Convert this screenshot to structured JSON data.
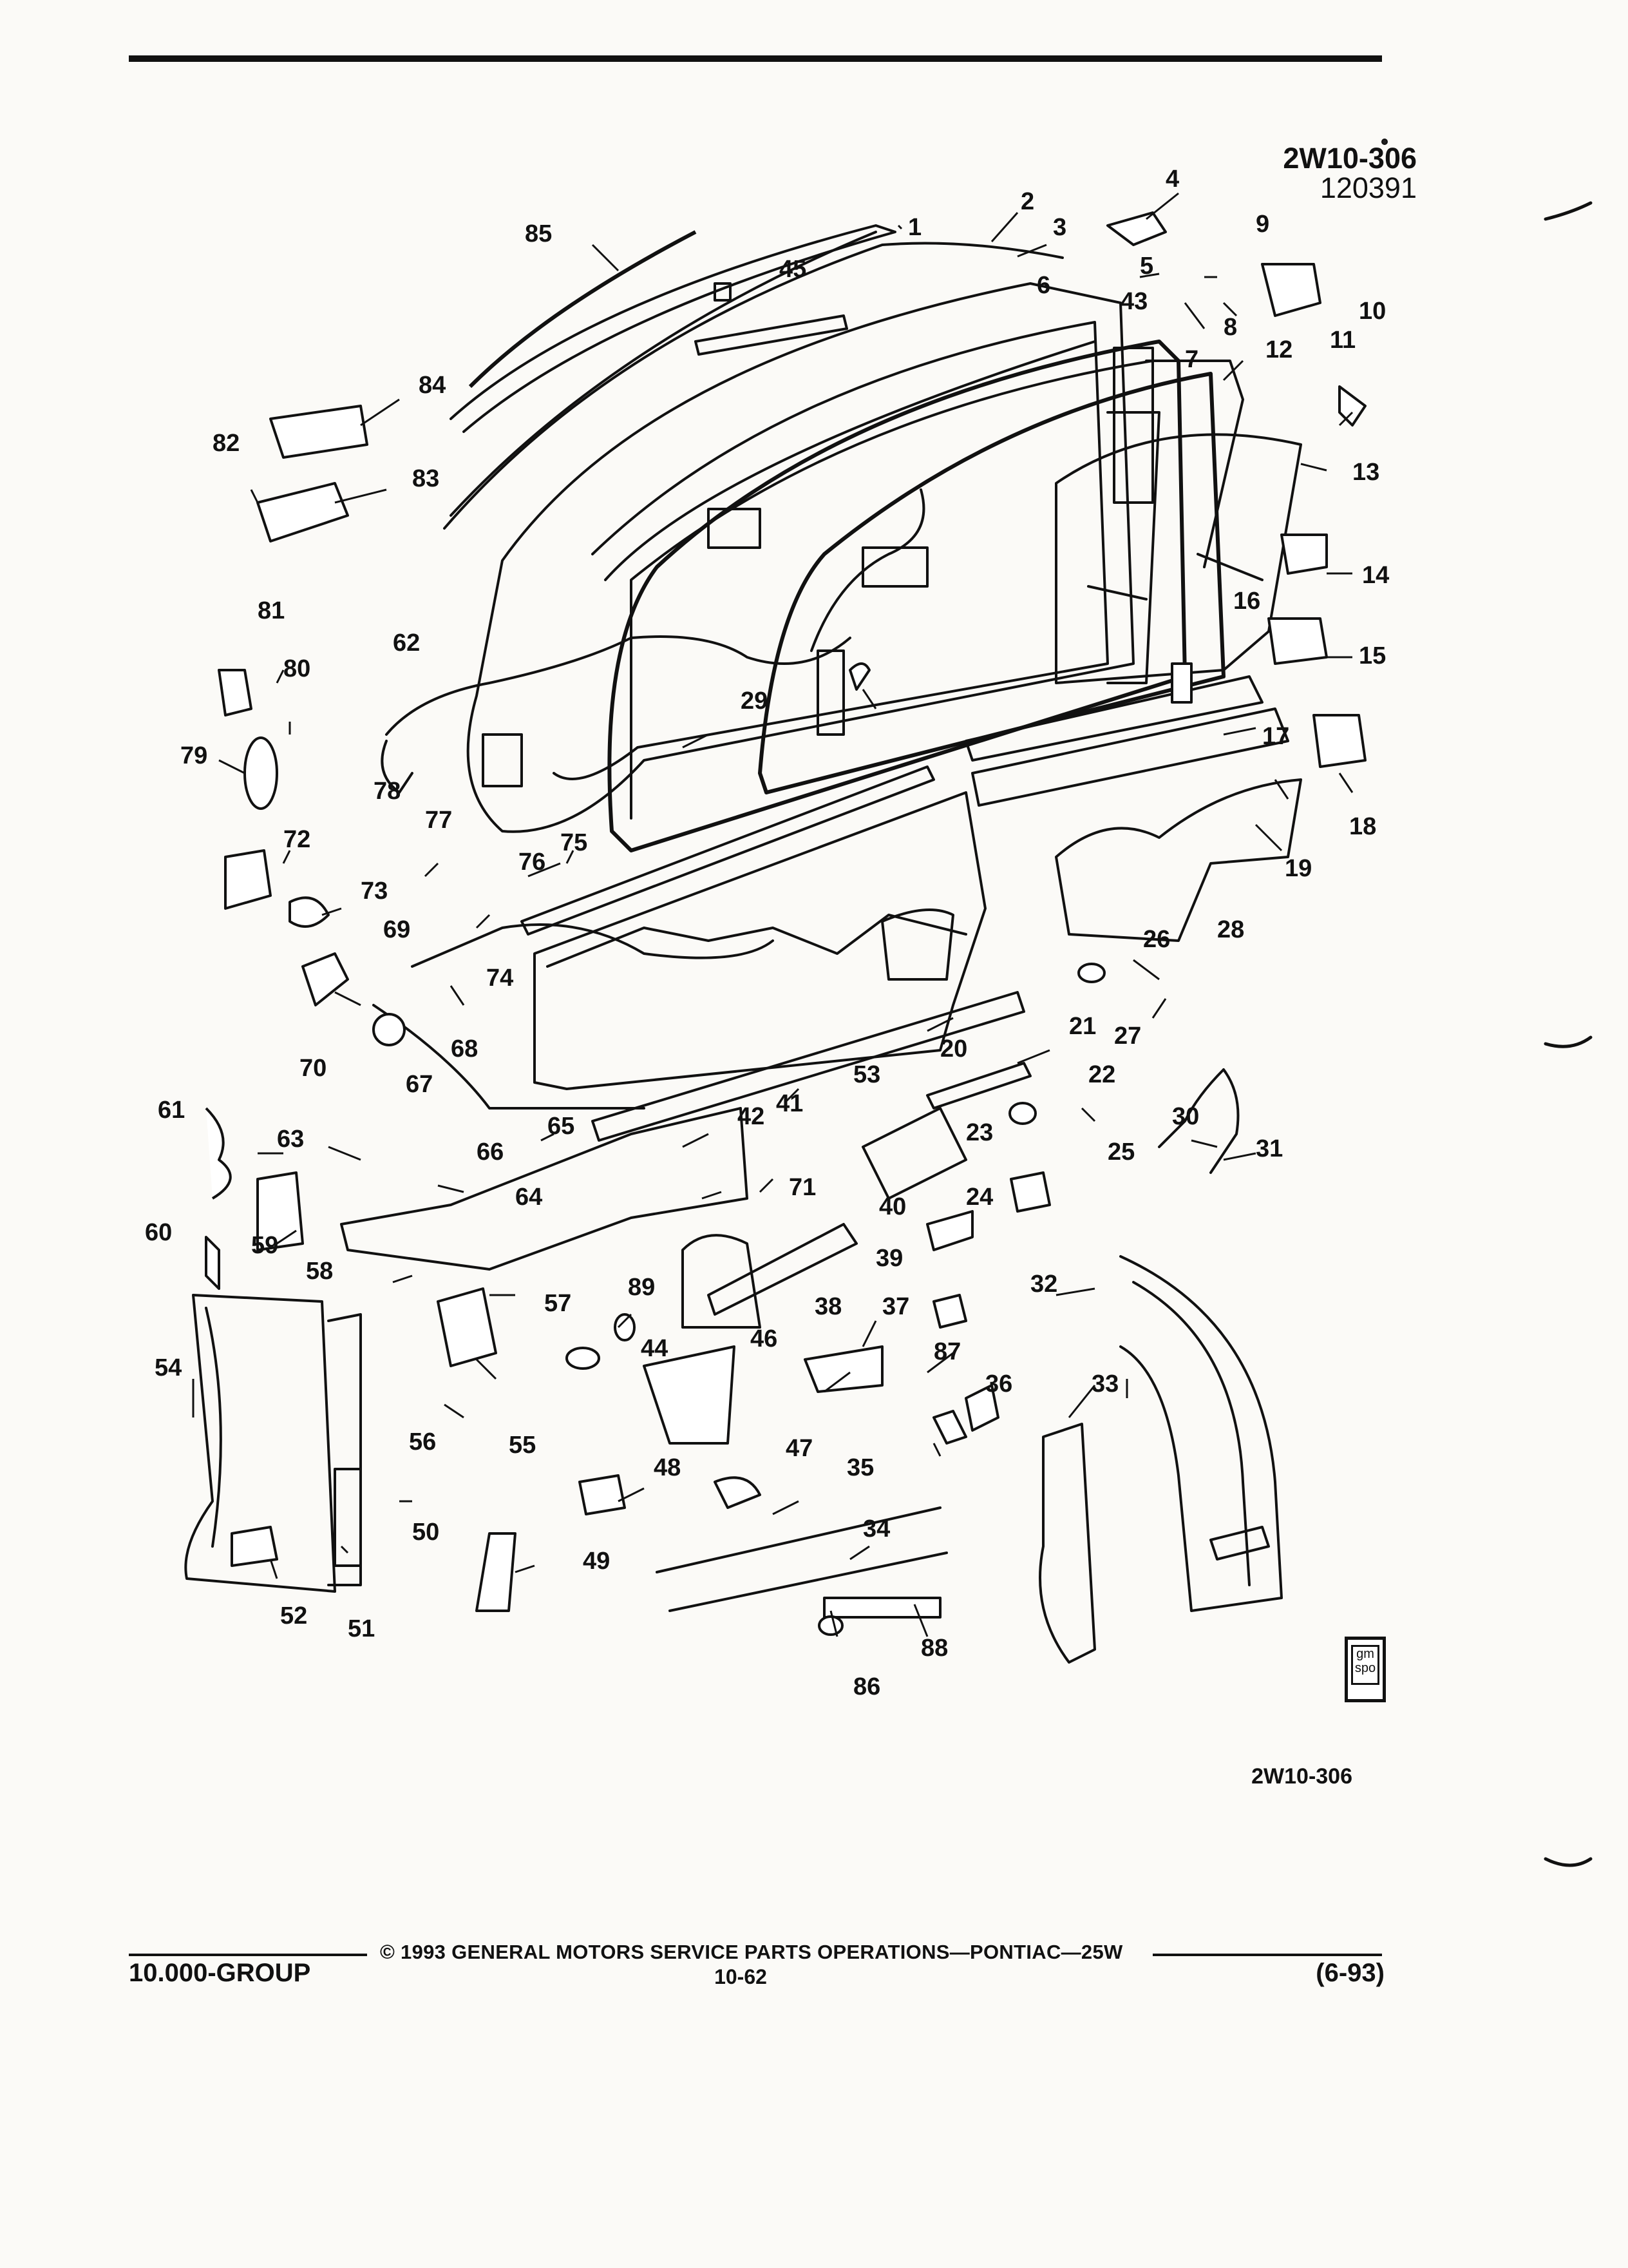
{
  "header": {
    "code": "2W10-306",
    "code_date": "120391"
  },
  "footer": {
    "copyright": "© 1993 GENERAL MOTORS SERVICE PARTS OPERATIONS—PONTIAC—25W",
    "group": "10.000-GROUP",
    "page": "10-62",
    "date": "(6-93)"
  },
  "figure_code": "2W10-306",
  "badge": {
    "line1": "gm",
    "line2": "spo"
  },
  "callouts": [
    {
      "n": "1"
    },
    {
      "n": "2"
    },
    {
      "n": "3"
    },
    {
      "n": "4"
    },
    {
      "n": "5"
    },
    {
      "n": "6"
    },
    {
      "n": "7"
    },
    {
      "n": "8"
    },
    {
      "n": "9"
    },
    {
      "n": "10"
    },
    {
      "n": "11"
    },
    {
      "n": "12"
    },
    {
      "n": "13"
    },
    {
      "n": "14"
    },
    {
      "n": "15"
    },
    {
      "n": "16"
    },
    {
      "n": "17"
    },
    {
      "n": "18"
    },
    {
      "n": "19"
    },
    {
      "n": "20"
    },
    {
      "n": "21"
    },
    {
      "n": "22"
    },
    {
      "n": "23"
    },
    {
      "n": "24"
    },
    {
      "n": "25"
    },
    {
      "n": "26"
    },
    {
      "n": "27"
    },
    {
      "n": "28"
    },
    {
      "n": "29"
    },
    {
      "n": "30"
    },
    {
      "n": "31"
    },
    {
      "n": "32"
    },
    {
      "n": "33"
    },
    {
      "n": "34"
    },
    {
      "n": "35"
    },
    {
      "n": "36"
    },
    {
      "n": "37"
    },
    {
      "n": "38"
    },
    {
      "n": "39"
    },
    {
      "n": "40"
    },
    {
      "n": "41"
    },
    {
      "n": "42"
    },
    {
      "n": "43"
    },
    {
      "n": "44"
    },
    {
      "n": "45"
    },
    {
      "n": "46"
    },
    {
      "n": "47"
    },
    {
      "n": "48"
    },
    {
      "n": "49"
    },
    {
      "n": "50"
    },
    {
      "n": "51"
    },
    {
      "n": "52"
    },
    {
      "n": "53"
    },
    {
      "n": "54"
    },
    {
      "n": "55"
    },
    {
      "n": "56"
    },
    {
      "n": "57"
    },
    {
      "n": "58"
    },
    {
      "n": "59"
    },
    {
      "n": "60"
    },
    {
      "n": "61"
    },
    {
      "n": "62"
    },
    {
      "n": "63"
    },
    {
      "n": "64"
    },
    {
      "n": "65"
    },
    {
      "n": "66"
    },
    {
      "n": "67"
    },
    {
      "n": "68"
    },
    {
      "n": "69"
    },
    {
      "n": "70"
    },
    {
      "n": "71"
    },
    {
      "n": "72"
    },
    {
      "n": "73"
    },
    {
      "n": "74"
    },
    {
      "n": "75"
    },
    {
      "n": "76"
    },
    {
      "n": "77"
    },
    {
      "n": "78"
    },
    {
      "n": "79"
    },
    {
      "n": "80"
    },
    {
      "n": "81"
    },
    {
      "n": "82"
    },
    {
      "n": "83"
    },
    {
      "n": "84"
    },
    {
      "n": "85"
    },
    {
      "n": "86"
    },
    {
      "n": "87"
    },
    {
      "n": "88"
    },
    {
      "n": "89"
    }
  ]
}
